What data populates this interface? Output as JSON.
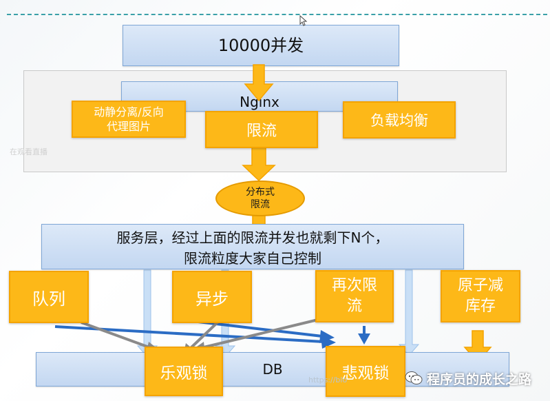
{
  "diagram": {
    "concurrency_box": {
      "label": "10000并发"
    },
    "nginx_box": {
      "label": "Nginx"
    },
    "dynamic_static_box": {
      "line1": "动静分离/反向",
      "line2": "代理图片"
    },
    "rate_limit_box": {
      "label": "限流"
    },
    "load_balance_box": {
      "label": "负载均衡"
    },
    "distributed_ellipse": {
      "line1": "分布式",
      "line2": "限流"
    },
    "service_layer_box": {
      "line1": "服务层，经过上面的限流并发也就剩下N个，",
      "line2": "限流粒度大家自己控制"
    },
    "queue_box": {
      "label": "队列"
    },
    "async_box": {
      "label": "异步"
    },
    "retry_limit_box": {
      "line1": "再次限",
      "line2": "流"
    },
    "atomic_box": {
      "line1": "原子减",
      "line2": "库存"
    },
    "db_box": {
      "label": "DB"
    },
    "optimistic_lock_box": {
      "label": "乐观锁"
    },
    "pessimistic_lock_box": {
      "label": "悲观锁"
    }
  },
  "overlay": {
    "left_watermark": "在观看直播",
    "csdn_watermark": "https://blo",
    "wechat_label": "程序员的成长之路"
  },
  "colors": {
    "orange_fill": "#fdb818",
    "orange_border": "#f4a300",
    "blue_box_top": "#dde9f8",
    "blue_box_bottom": "#c3d7f1",
    "arrow_blue": "#2b6cc4",
    "arrow_grey": "#8a8a8a",
    "arrow_light_blue": "#a9cdf0"
  },
  "icons": {
    "wechat": "wechat-icon",
    "cursor": "mouse-cursor-icon"
  }
}
